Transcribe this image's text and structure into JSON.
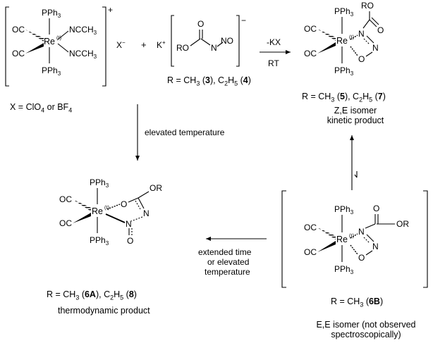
{
  "complexes": [
    {
      "id": "cation",
      "ax_top": "PPh3",
      "ax_bottom": "PPh3",
      "eq_left_top": "OC",
      "eq_left_bottom": "OC",
      "eq_right_top": "NCCH3",
      "eq_right_bottom": "NCCH3",
      "metal": "Re",
      "oxidation": "(I)",
      "charge": "+"
    },
    {
      "id": "product-5-7",
      "ax_top": "PPh3",
      "ax_bottom": "PPh3",
      "eq_left_top": "OC",
      "eq_left_bottom": "OC",
      "metal": "Re",
      "oxidation": "(I)",
      "ring_N": "N",
      "ring_N2": "N",
      "ring_O": "O",
      "ester": "RO"
    },
    {
      "id": "product-6A-8",
      "ax_top": "PPh3",
      "ax_bottom": "PPh3",
      "eq_left_top": "OC",
      "eq_left_bottom": "OC",
      "metal": "Re",
      "oxidation": "(I)",
      "ring_O": "O",
      "ring_N": "N",
      "ring_N2": "N",
      "nitroso_O": "O",
      "ester": "OR"
    },
    {
      "id": "intermediate-6B",
      "ax_top": "PPh3",
      "ax_bottom": "PPh3",
      "eq_left_top": "OC",
      "eq_left_bottom": "OC",
      "metal": "Re",
      "oxidation": "(I)",
      "ring_N": "N",
      "ring_N2": "N",
      "ring_O": "O",
      "carbonyl_O": "O",
      "ester": "OR"
    }
  ],
  "reagent": {
    "anion_x": "X",
    "anion_charge": "−",
    "plus": "+",
    "cation": "K",
    "cation_charge": "+",
    "anion_charge_salt": "−",
    "ester_O": "RO",
    "carbonyl_O": "O",
    "N": "N",
    "NO": "NO"
  },
  "arrows": {
    "reaction1_top": "-KX",
    "reaction1_bottom": "RT",
    "down": "elevated temperature",
    "left_1": "extended time",
    "left_2": "or elevated",
    "left_3": "temperature"
  },
  "labels": {
    "x_def_a": "X = ClO",
    "x_def_sub1": "4",
    "x_def_b": " or BF",
    "x_def_sub2": "4",
    "r_reagent_a": "R = CH",
    "r_reagent_s1": "3",
    "r_reagent_b": " (",
    "r_reagent_c1": "3",
    "r_reagent_d": "), C",
    "r_reagent_s2": "2",
    "r_reagent_e": "H",
    "r_reagent_s3": "5",
    "r_reagent_f": " (",
    "r_reagent_c2": "4",
    "r_reagent_g": ")",
    "r_57_a": "R = CH",
    "r_57_s1": "3",
    "r_57_b": " (",
    "r_57_c1": "5",
    "r_57_d": "), C",
    "r_57_s2": "2",
    "r_57_e": "H",
    "r_57_s3": "5",
    "r_57_f": " (",
    "r_57_c2": "7",
    "r_57_g": ")",
    "iso_57_1": "Z,E isomer",
    "iso_57_2": "kinetic product",
    "r_6a_a": "R = CH",
    "r_6a_s1": "3",
    "r_6a_b": " (",
    "r_6a_c1": "6A",
    "r_6a_d": "), C",
    "r_6a_s2": "2",
    "r_6a_e": "H",
    "r_6a_s3": "5",
    "r_6a_f": " (",
    "r_6a_c2": "8",
    "r_6a_g": ")",
    "thermo": "thermodynamic product",
    "r_6b_a": "R = CH",
    "r_6b_s1": "3",
    "r_6b_b": " (",
    "r_6b_c1": "6B",
    "r_6b_g": ")",
    "iso_6b_1": "E,E isomer (not observed",
    "iso_6b_2": "spectroscopically)"
  }
}
